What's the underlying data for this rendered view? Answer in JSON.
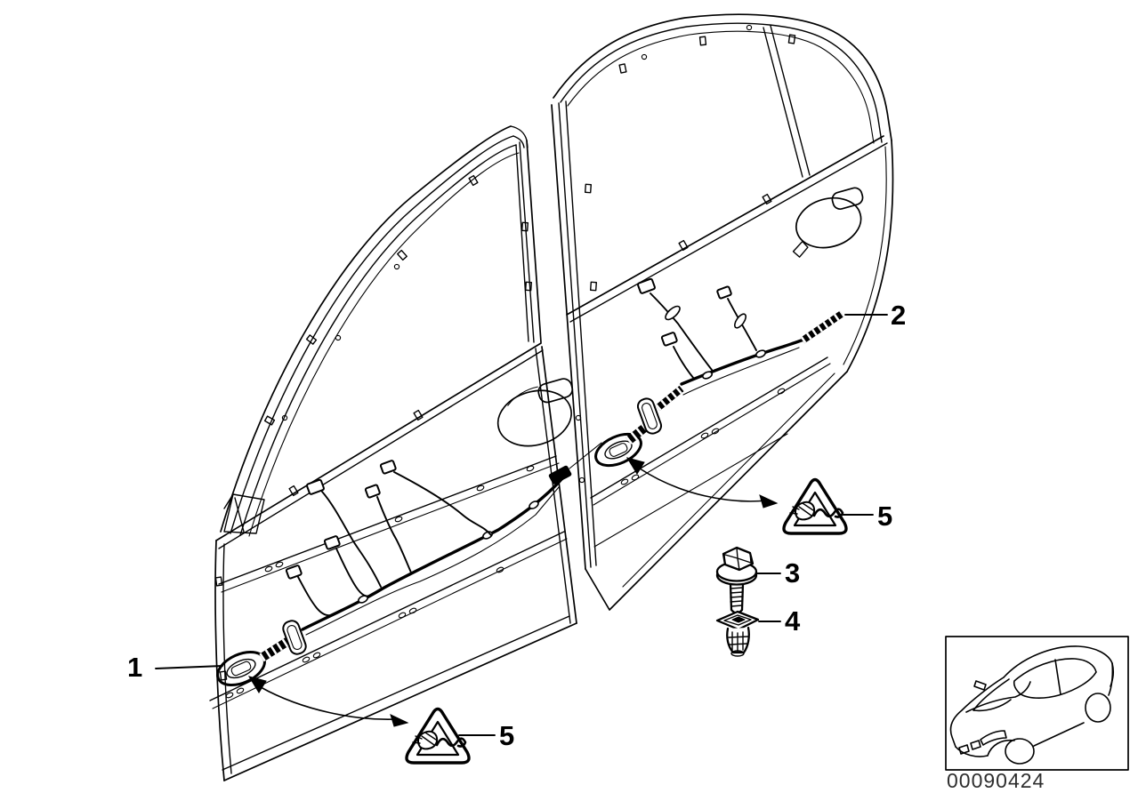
{
  "page": {
    "background_color": "#ffffff",
    "line_color": "#000000",
    "drawing_number": "00090424",
    "drawing_number_color": "#2e2e2e"
  },
  "callouts": {
    "item1": {
      "label": "1"
    },
    "item2": {
      "label": "2"
    },
    "item3": {
      "label": "3"
    },
    "item4": {
      "label": "4"
    },
    "item5_front": {
      "label": "5"
    },
    "item5_rear": {
      "label": "5"
    }
  },
  "icons": {
    "warning_triangle": "wiring-caution-triangle-icon",
    "bolt": "hex-flange-bolt-icon",
    "clip": "expanding-clip-icon",
    "car_thumbnail": "car-outline-icon"
  }
}
